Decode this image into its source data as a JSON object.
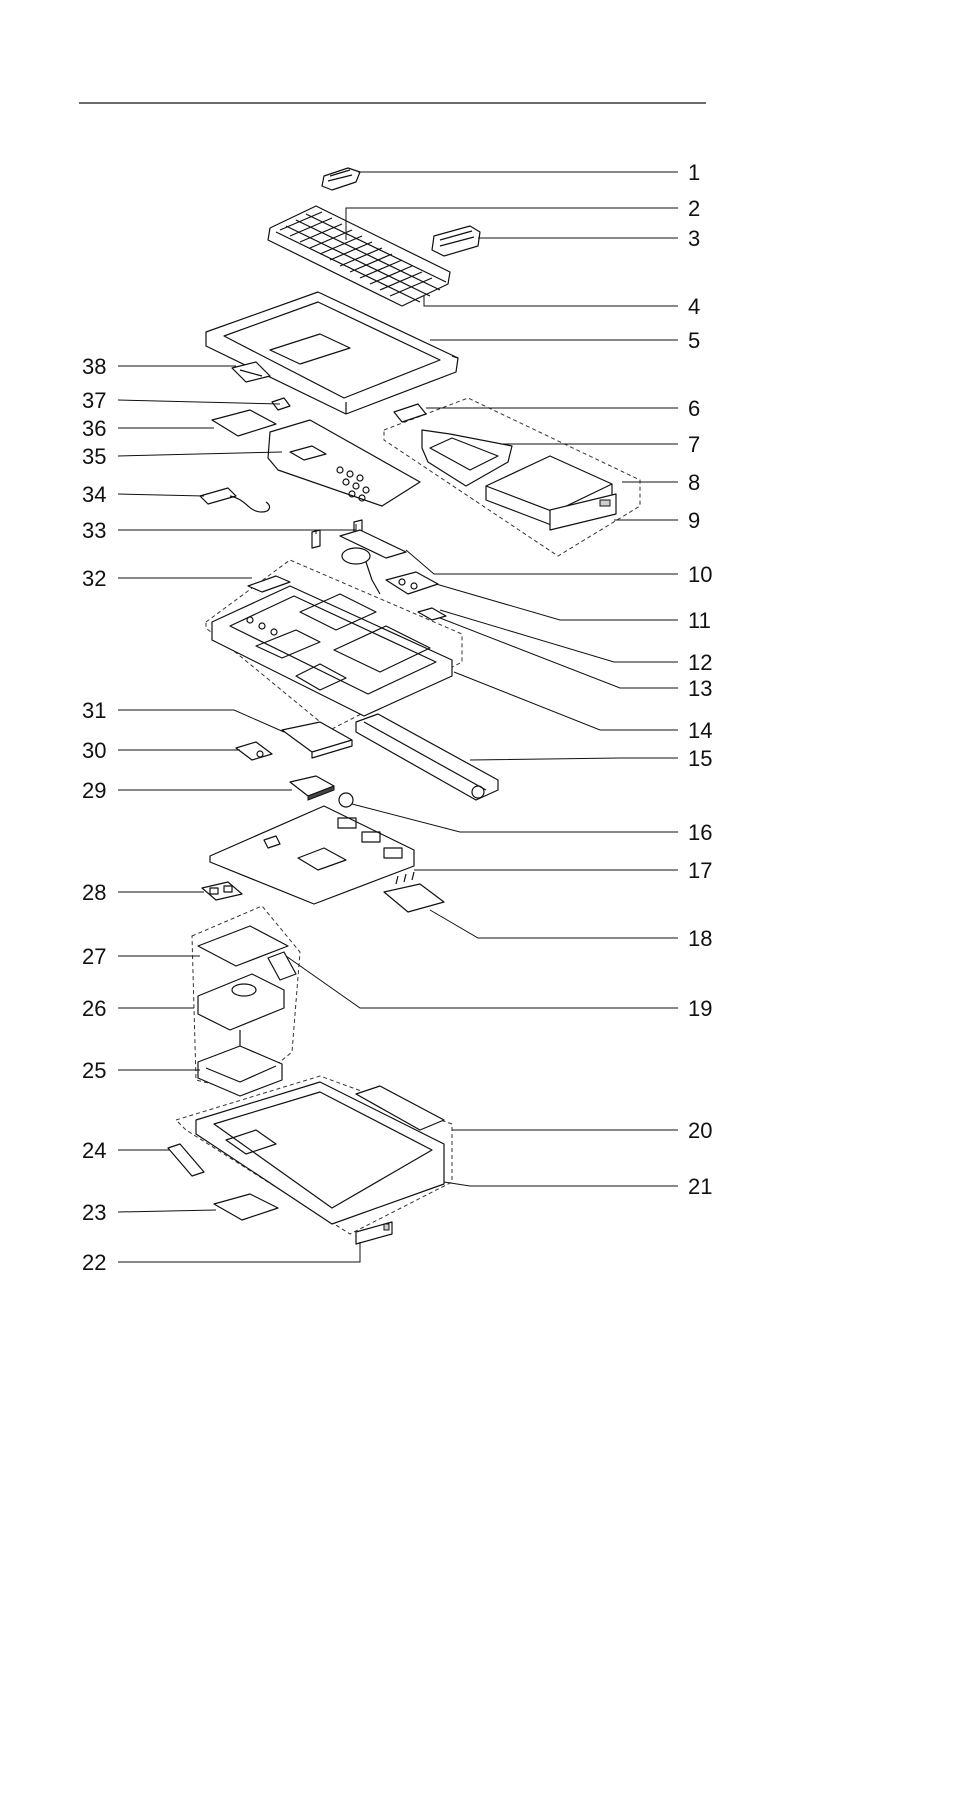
{
  "diagram": {
    "callouts": [
      {
        "id": "1",
        "label": "1"
      },
      {
        "id": "2",
        "label": "2"
      },
      {
        "id": "3",
        "label": "3"
      },
      {
        "id": "4",
        "label": "4"
      },
      {
        "id": "5",
        "label": "5"
      },
      {
        "id": "6",
        "label": "6"
      },
      {
        "id": "7",
        "label": "7"
      },
      {
        "id": "8",
        "label": "8"
      },
      {
        "id": "9",
        "label": "9"
      },
      {
        "id": "10",
        "label": "10"
      },
      {
        "id": "11",
        "label": "11"
      },
      {
        "id": "12",
        "label": "12"
      },
      {
        "id": "13",
        "label": "13"
      },
      {
        "id": "14",
        "label": "14"
      },
      {
        "id": "15",
        "label": "15"
      },
      {
        "id": "16",
        "label": "16"
      },
      {
        "id": "17",
        "label": "17"
      },
      {
        "id": "18",
        "label": "18"
      },
      {
        "id": "19",
        "label": "19"
      },
      {
        "id": "20",
        "label": "20"
      },
      {
        "id": "21",
        "label": "21"
      },
      {
        "id": "22",
        "label": "22"
      },
      {
        "id": "23",
        "label": "23"
      },
      {
        "id": "24",
        "label": "24"
      },
      {
        "id": "25",
        "label": "25"
      },
      {
        "id": "26",
        "label": "26"
      },
      {
        "id": "27",
        "label": "27"
      },
      {
        "id": "28",
        "label": "28"
      },
      {
        "id": "29",
        "label": "29"
      },
      {
        "id": "30",
        "label": "30"
      },
      {
        "id": "31",
        "label": "31"
      },
      {
        "id": "32",
        "label": "32"
      },
      {
        "id": "33",
        "label": "33"
      },
      {
        "id": "34",
        "label": "34"
      },
      {
        "id": "35",
        "label": "35"
      },
      {
        "id": "36",
        "label": "36"
      },
      {
        "id": "37",
        "label": "37"
      },
      {
        "id": "38",
        "label": "38"
      }
    ]
  }
}
